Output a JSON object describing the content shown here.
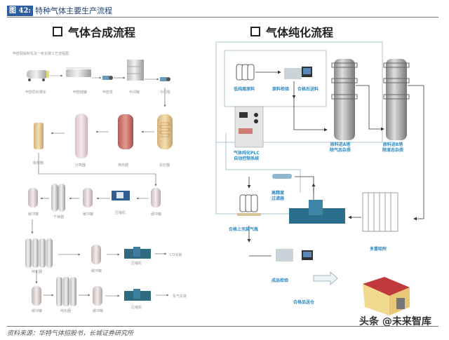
{
  "figure": {
    "number_label": "图 42:",
    "title": "特种气体主要生产流程",
    "source": "资料来源：华特气体招股书，长城证券研究所",
    "watermark": "头条 @未来智库"
  },
  "left_panel": {
    "title": "气体合成流程",
    "caption": "甲醇裂解制氢及一氧化碳工艺流程图",
    "nodes": {
      "raw_tank_truck": "甲醇原料槽车",
      "storage_tank": "甲醇储罐",
      "pump1": "甲醇泵",
      "mid_tank": "中间罐",
      "pump2": "中间泵",
      "absorber": "吸附器",
      "separator": "分离器",
      "heat_exchanger": "换热器",
      "reactor": "反应器",
      "buffer1": "缓冲罐",
      "dryer": "干燥器",
      "buffer2": "缓冲罐",
      "compressor1": "压缩机",
      "buffer3": "缓冲罐",
      "purifier1": "纯化器",
      "buffer4": "缓冲罐",
      "compressor2": "压缩机",
      "output1": "CO充装",
      "buffer5": "缓冲罐",
      "purifier2": "纯化器",
      "buffer6": "缓冲罐",
      "compressor3": "压缩机",
      "output2": "氢气充装"
    }
  },
  "right_panel": {
    "title": "气体纯化流程",
    "nodes": {
      "raw_material": "低纯度原料",
      "inspection": "原料检验",
      "feed": "合格后送料",
      "tower_a": [
        "原料进A塔",
        "除气态杂质"
      ],
      "tower_b": [
        "原料进B塔",
        "除液态杂质"
      ],
      "plc": [
        "气体纯化PLC",
        "自动控制系统"
      ],
      "filter": [
        "高精度",
        "过滤器"
      ],
      "filling": "合格上充装气瓶",
      "adsorption": "多重吸附",
      "product_inspection": "成品检验",
      "to_warehouse": "合格品送仓"
    }
  },
  "colors": {
    "header_badge": "#2f5e9e",
    "header_title": "#1f3f74",
    "right_label": "#2e8bc4",
    "flow_line": "#a9c3cc"
  }
}
